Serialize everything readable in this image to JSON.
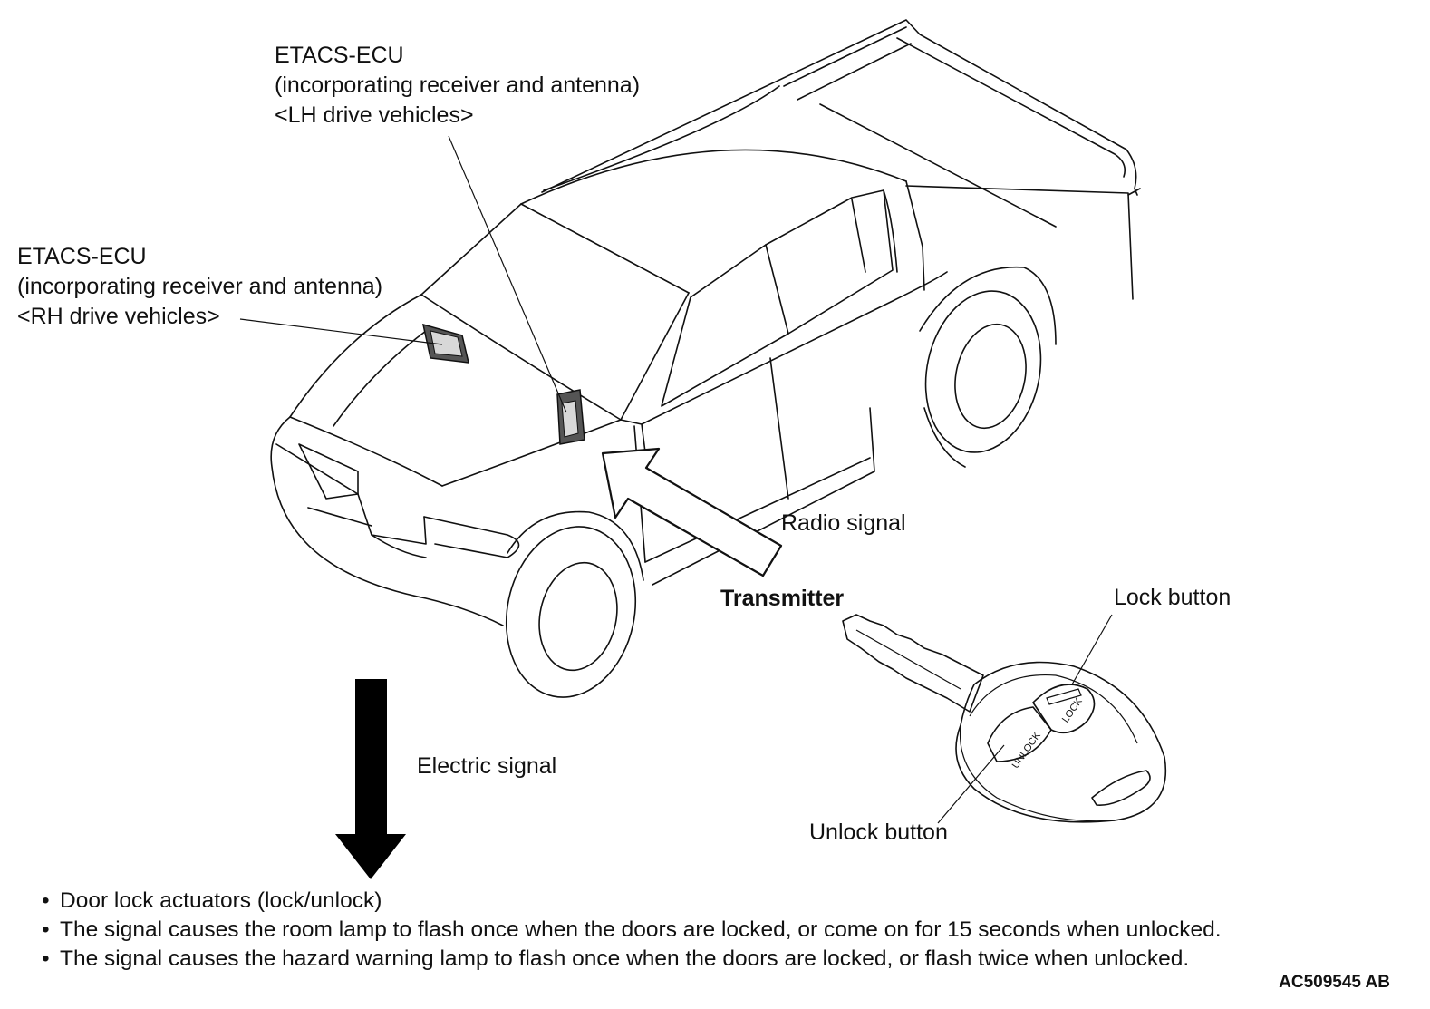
{
  "labels": {
    "ecu_lh": {
      "line1": "ETACS-ECU",
      "line2": "(incorporating receiver and antenna)",
      "line3": "<LH drive vehicles>"
    },
    "ecu_rh": {
      "line1": "ETACS-ECU",
      "line2": "(incorporating receiver and antenna)",
      "line3": "<RH drive vehicles>"
    },
    "radio_signal": "Radio signal",
    "transmitter": "Transmitter",
    "lock_button": "Lock button",
    "unlock_button": "Unlock button",
    "electric_signal": "Electric signal"
  },
  "key_buttons": {
    "lock": "LOCK",
    "unlock": "UNLOCK"
  },
  "bullets": [
    "Door lock actuators (lock/unlock)",
    "The signal causes the room lamp to flash once when the doors are locked, or come on for 15 seconds when unlocked.",
    "The signal causes the hazard warning lamp to flash once when the doors are locked, or flash twice when unlocked."
  ],
  "bullet_symbol": "•",
  "figure_code": "AC509545 AB"
}
